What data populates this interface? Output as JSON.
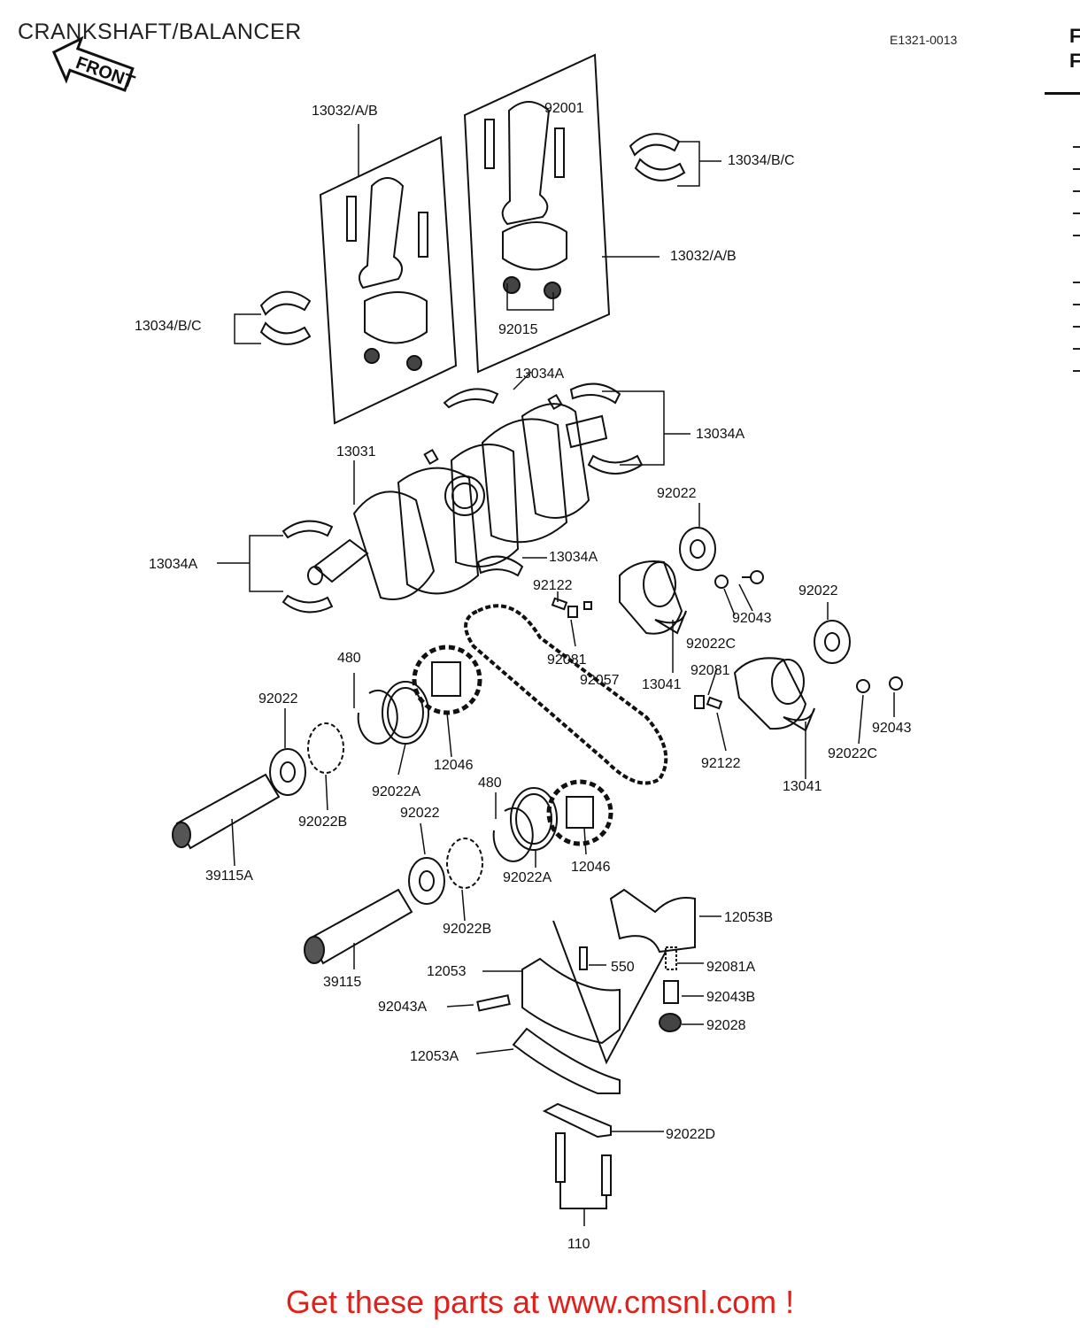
{
  "header": {
    "title": "CRANKSHAFT/BALANCER",
    "code": "E1321-0013",
    "front_label": "FRONT",
    "side_letters": [
      "F",
      "F"
    ]
  },
  "labels": {
    "l13032_top": "13032/A/B",
    "l92001": "92001",
    "l13034bc_right": "13034/B/C",
    "l13032_right": "13032/A/B",
    "l13034bc_left": "13034/B/C",
    "l92015": "92015",
    "l13034a_top": "13034A",
    "l13034a_right": "13034A",
    "l13031": "13031",
    "l13034a_left": "13034A",
    "l13034a_mid": "13034A",
    "l92022_a": "92022",
    "l92022_b": "92022",
    "l92122_a": "92122",
    "l92043_a": "92043",
    "l92081_a": "92081",
    "l92022c_a": "92022C",
    "l480_a": "480",
    "l92057": "92057",
    "l13041_a": "13041",
    "l92081_b": "92081",
    "l92022_c": "92022",
    "l92043_b": "92043",
    "l12046_a": "12046",
    "l92022a_a": "92022A",
    "l92122_b": "92122",
    "l92022c_b": "92022C",
    "l13041_b": "13041",
    "l92022b_a": "92022B",
    "l480_b": "480",
    "l92022_d": "92022",
    "l39115a": "39115A",
    "l12046_b": "12046",
    "l92022a_b": "92022A",
    "l12053b": "12053B",
    "l92022b_b": "92022B",
    "l550": "550",
    "l92081a": "92081A",
    "l39115": "39115",
    "l12053": "12053",
    "l92043b": "92043B",
    "l92043a": "92043A",
    "l92028": "92028",
    "l12053a": "12053A",
    "l92022d": "92022D",
    "l110": "110"
  },
  "footer": {
    "cta": "Get these parts at www.cmsnl.com !"
  },
  "colors": {
    "line": "#111111",
    "cta": "#e0201a"
  }
}
